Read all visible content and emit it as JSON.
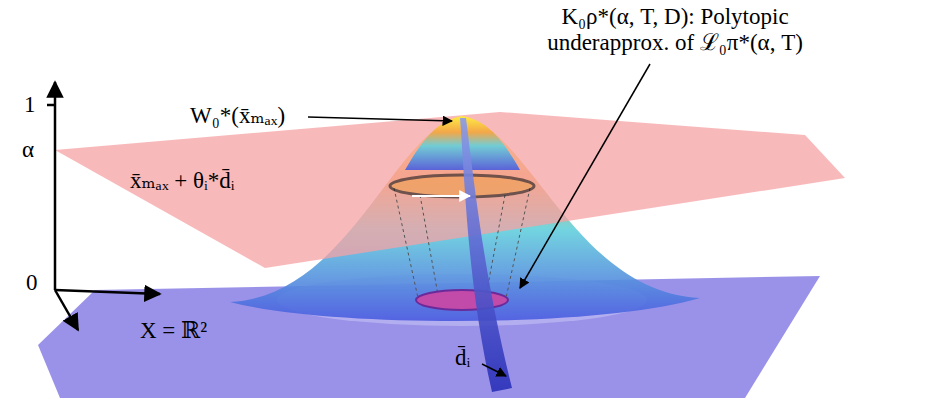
{
  "diagram": {
    "labels": [
      "K₀ρ*(α, T, D): Polytopic underapprox. of ℒ₀π*(α, T)",
      "1",
      "α",
      "0",
      "W₀*(x̄ₘₐₓ)",
      "x̄ₘₐₓ + θᵢ*d̄ᵢ",
      "X = ℝ²",
      "d̄ᵢ"
    ]
  }
}
